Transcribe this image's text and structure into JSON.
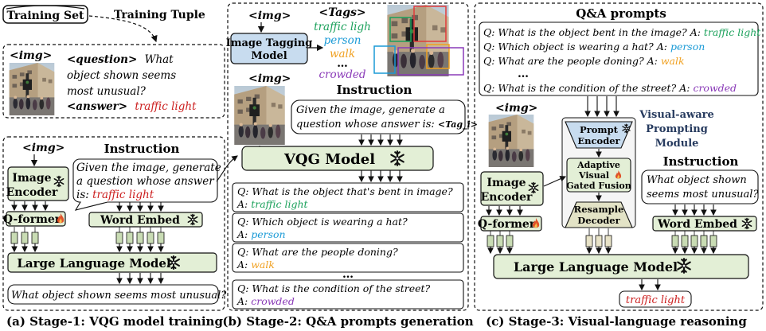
{
  "stage1": {
    "training_set": "Training Set",
    "training_tuple": "Training Tuple",
    "tuple_img": "<img>",
    "question_tag": "<question>",
    "question_text_1": "What",
    "question_text_2": "object shown seems",
    "question_text_3": "most unusual?",
    "answer_tag": "<answer>",
    "answer_text": "traffic light",
    "img": "<img>",
    "instruction_title": "Instruction",
    "instruction_lines": [
      "Given the image, generate",
      "a question whose answer",
      "is: "
    ],
    "instruction_answer": "traffic light",
    "image_encoder": [
      "Image",
      "Encoder"
    ],
    "qformer": "Q-former",
    "word_embed": "Word Embed",
    "llm": "Large Language Model",
    "output": "What object shown seems most unusual?",
    "caption": "(a) Stage-1: VQG model training"
  },
  "stage2": {
    "img_top": "<img>",
    "tags_label": "<Tags>",
    "tags": [
      {
        "text": "traffic ligh",
        "color": "#1aa05a"
      },
      {
        "text": "person",
        "color": "#1a9ad6"
      },
      {
        "text": "walk",
        "color": "#f0a020"
      },
      {
        "text": "…",
        "color": "#111111"
      },
      {
        "text": "crowded",
        "color": "#8a3ab8"
      }
    ],
    "tagging_model": [
      "Image Tagging",
      "Model"
    ],
    "img": "<img>",
    "instruction_title": "Instruction",
    "instruction_lines": [
      "Given the image, generate a",
      "question whose answer is: "
    ],
    "instruction_tag": "<Tag_i>",
    "vqg_model": "VQG Model",
    "qa": [
      {
        "q": "Q: What is the object that's bent in image?",
        "a_prefix": "A: ",
        "a": "traffic light",
        "color": "#1aa05a"
      },
      {
        "q": "Q: Which object is wearing a hat?",
        "a_prefix": "A: ",
        "a": "person",
        "color": "#1a9ad6"
      },
      {
        "q": "Q: What are the people doning?",
        "a_prefix": "A: ",
        "a": "walk",
        "color": "#f0a020"
      },
      {
        "q": "Q: What is the condition of the street?",
        "a_prefix": "A: ",
        "a": "crowded",
        "color": "#8a3ab8"
      }
    ],
    "ellipsis": "…",
    "caption": "(b) Stage-2: Q&A prompts generation"
  },
  "stage3": {
    "title": "Q&A prompts",
    "prompts": [
      {
        "q": "Q: What is the object bent in the image? A: ",
        "a": "traffic light",
        "color": "#1aa05a"
      },
      {
        "q": "Q: Which object is wearing a hat? A: ",
        "a": "person",
        "color": "#1a9ad6"
      },
      {
        "q": "Q: What are the people doning? A: ",
        "a": "walk",
        "color": "#f0a020"
      },
      {
        "q": "Q: What is the condition of the street? A: ",
        "a": "crowded",
        "color": "#8a3ab8"
      }
    ],
    "ellipsis": "…",
    "img": "<img>",
    "module_title": [
      "Visual-aware",
      "Prompting",
      "Module"
    ],
    "prompt_encoder": [
      "Prompt",
      "Encoder"
    ],
    "fusion": [
      "Adaptive",
      "Visual",
      "Gated Fusion"
    ],
    "resample": [
      "Resample",
      "Decoder"
    ],
    "image_encoder": [
      "Image",
      "Encoder"
    ],
    "qformer": "Q-former",
    "instruction_title": "Instruction",
    "instruction_lines": [
      "What object shown",
      "seems most unusual?"
    ],
    "word_embed": "Word Embed",
    "llm": "Large Language Model",
    "answer": "traffic light",
    "caption": "(c) Stage-3: Visual-language reasoning"
  },
  "colors": {
    "module_green": "#e3efd6",
    "tagging_blue": "#c8dcef",
    "answer_red": "#cc1f1f",
    "flame": "#e0522a"
  }
}
